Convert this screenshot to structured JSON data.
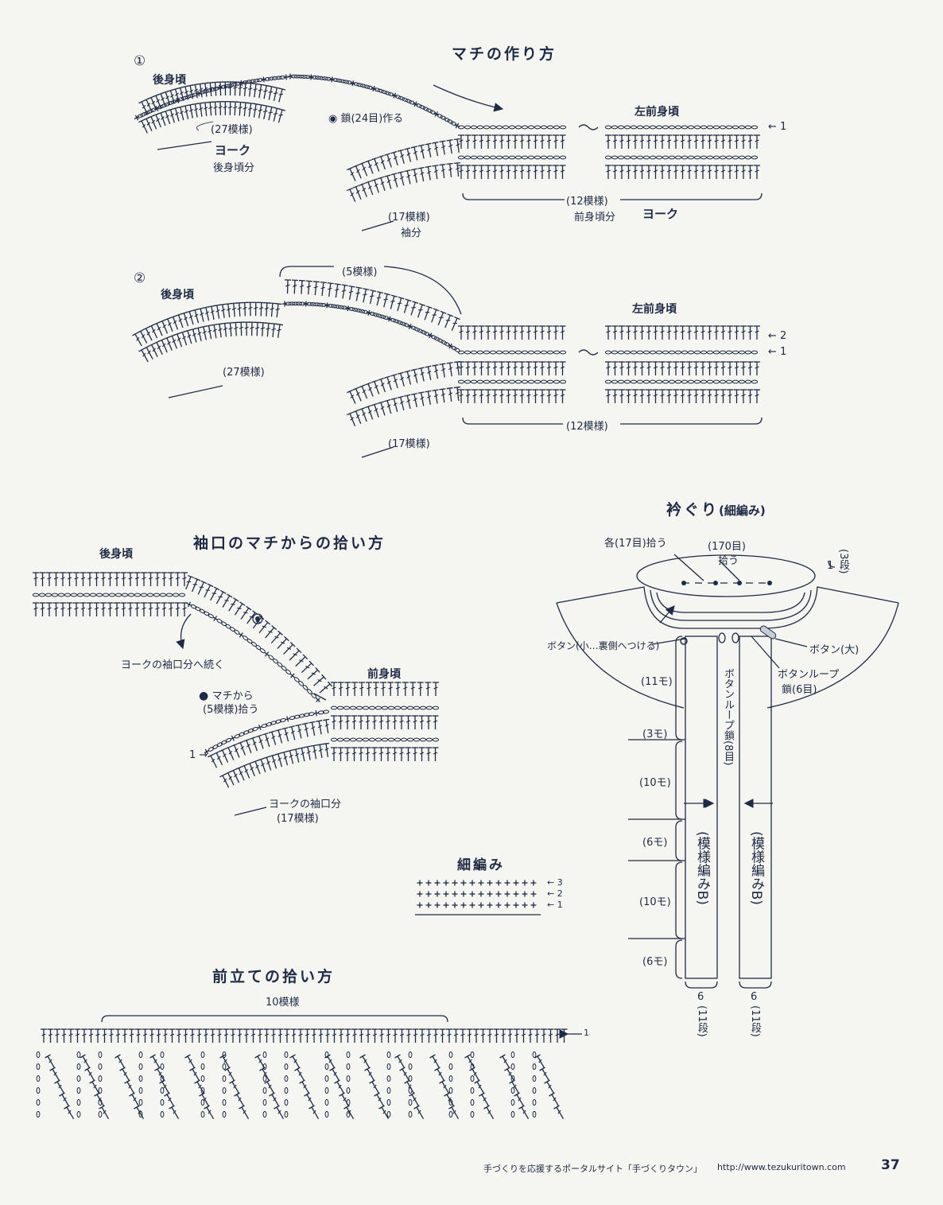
{
  "colors": {
    "ink": "#1f2a44",
    "paper": "#f5f5f1"
  },
  "machi": {
    "title": "マチの作り方",
    "step1": {
      "num": "①",
      "back_body": "後身頃",
      "chain_note": "鎖(24目)作る",
      "left_front": "左前身頃",
      "count_27": "(27模様)",
      "yoke": "ヨーク",
      "yoke_back": "後身頃分",
      "count_17": "(17模様)",
      "sleeve": "袖分",
      "count_12": "(12模様)",
      "front_part": "前身頃分",
      "yoke2": "ヨーク",
      "row1": "1"
    },
    "step2": {
      "num": "②",
      "back_body": "後身頃",
      "count_5": "(5模様)",
      "left_front": "左前身頃",
      "count_27": "(27模様)",
      "count_17": "(17模様)",
      "count_12": "(12模様)",
      "row2": "2",
      "row1": "1"
    }
  },
  "cuff": {
    "title": "袖口のマチからの拾い方",
    "back_body": "後身頃",
    "continue_note": "ヨークの袖口分へ続く",
    "pickup_a": "マチから",
    "pickup_b": "(5模様)拾う",
    "front_body": "前身頃",
    "yoke_cuff": "ヨークの袖口分",
    "count_17": "(17模様)",
    "row1": "1"
  },
  "sc": {
    "title": "細編み",
    "rows": [
      "3",
      "2",
      "1"
    ]
  },
  "front_band": {
    "title": "前立ての拾い方",
    "count": "10模様",
    "row1": "1"
  },
  "neck": {
    "title": "衿ぐり",
    "title_sub": "(細編み)",
    "each_17": "各(17目)拾う",
    "count_170": "(170目)",
    "pickup": "拾う",
    "rows_top": "1",
    "rows_top_v": "(3段)",
    "btn_small": "ボタン(小…裏側へつける)",
    "btn_big": "ボタン(大)",
    "loop_a": "ボタンループ",
    "loop_b": "鎖(6目)",
    "loop_vertical": "ボタンループ鎖(8目)",
    "m11": "(11モ)",
    "m3": "(3モ)",
    "m10a": "(10モ)",
    "m6a": "(6モ)",
    "m10b": "(10モ)",
    "m6b": "(6モ)",
    "pattern_b1": "(模様編みB)",
    "pattern_b2": "(模様編みB)",
    "rows_6a": "6",
    "rows_11a": "(11段)",
    "rows_6b": "6",
    "rows_11b": "(11段)"
  },
  "footer": {
    "text": "手づくりを応援するポータルサイト「手づくりタウン」",
    "url": "http://www.tezukuritown.com",
    "page": "37"
  }
}
